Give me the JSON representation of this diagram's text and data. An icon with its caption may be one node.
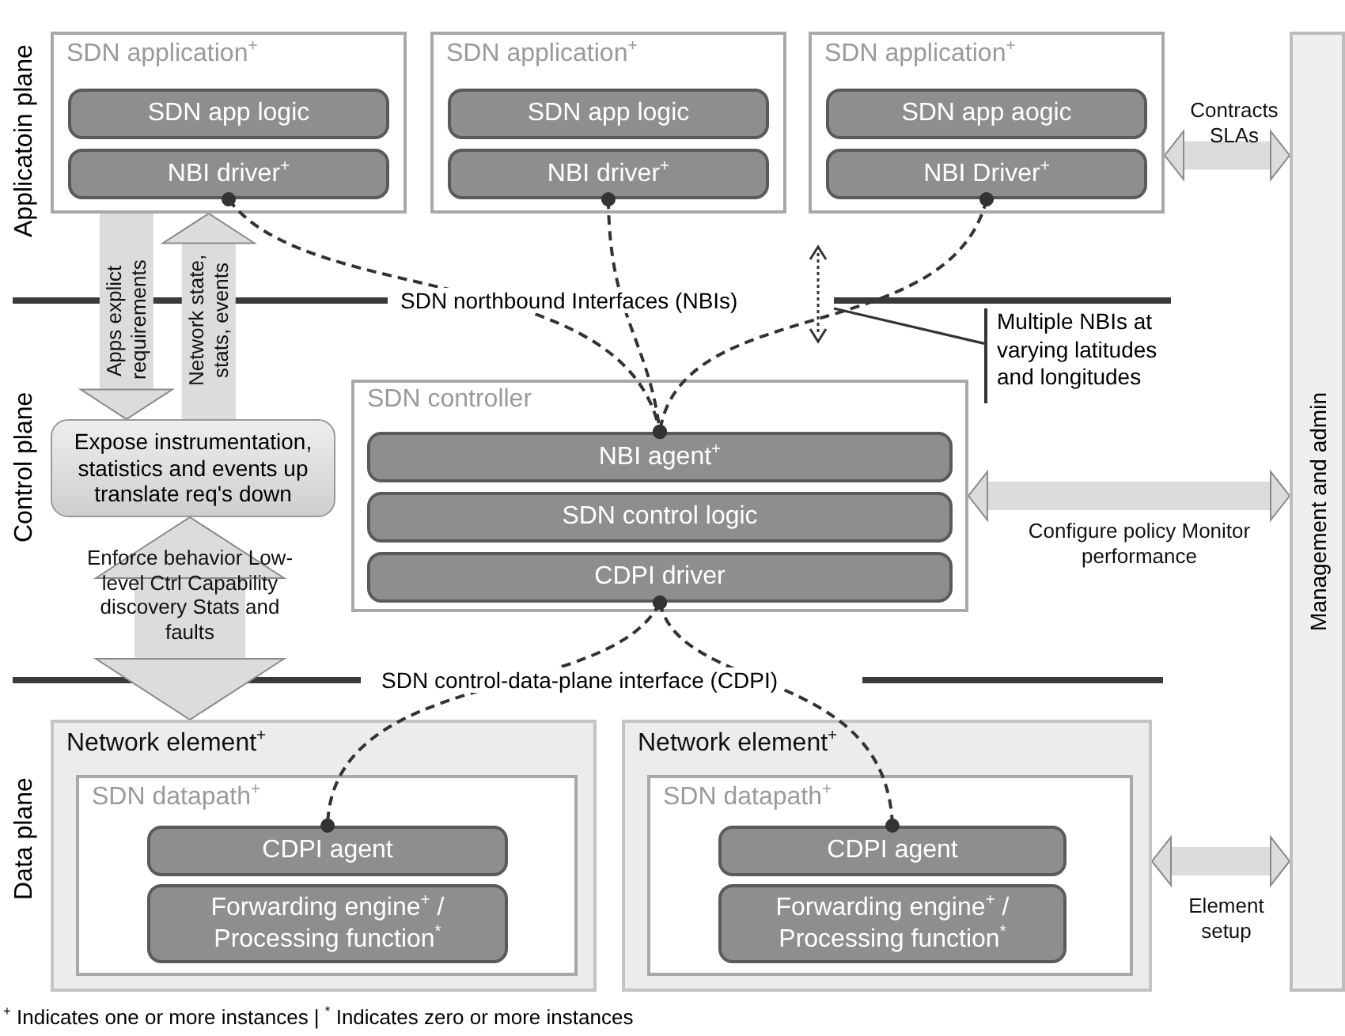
{
  "diagram": {
    "nodes": [
      {
        "text": [
          "SDN application$^{+}$"
        ]
      },
      {
        "text": [
          "SDN app logic"
        ],
        "in": 0
      },
      {
        "text": [
          "NBI driver$^{+}$"
        ],
        "in": 0
      },
      {
        "text": [
          "SDN application$^{+}$"
        ]
      },
      {
        "text": [
          "SDN app logic"
        ],
        "in": 3
      },
      {
        "text": [
          "NBI driver$^{+}$"
        ],
        "in": 3
      },
      {
        "text": [
          "SDN application$^{+}$"
        ]
      },
      {
        "text": [
          "SDN app aogic"
        ],
        "in": 6
      },
      {
        "text": [
          "NBI Driver$^{+}$"
        ],
        "in": 6
      },
      {
        "text": [
          "Expose instrumentation, statistics and events up translate req's down"
        ]
      },
      {
        "text": [
          "SDN controller"
        ]
      },
      {
        "text": [
          "NBI agent$^{+}$"
        ],
        "in": 10
      },
      {
        "text": [
          "SDN control logic"
        ],
        "in": 10
      },
      {
        "text": [
          "CDPI driver"
        ],
        "in": 10
      },
      {
        "text": [
          "Network element$^{+}$"
        ]
      },
      {
        "text": [
          "SDN datapath$^{+}$"
        ],
        "in": 14
      },
      {
        "text": [
          "CDPI agent"
        ],
        "in": 15
      },
      {
        "text": [
          "Forwarding engine$^{+}$ / Processing function$^{*}$"
        ],
        "in": 15
      },
      {
        "text": [
          "Network element$^{+}$"
        ]
      },
      {
        "text": [
          "SDN datapath$^{+}$"
        ],
        "in": 18
      },
      {
        "text": [
          "CDPI agent"
        ],
        "in": 19
      },
      {
        "text": [
          "Forwarding engine$^{+}$ / Processing function$^{*}$"
        ],
        "in": 19
      },
      {
        "text": [
          "Management and admin"
        ]
      },
      {
        "text": [
          "Multiple NBIs at varying latitudes and longitudes"
        ]
      }
    ],
    "edges": [
      {
        "from": 0,
        "to": 9,
        "arrow": "to",
        "label": "Apps explict requirements",
        "style": "thick"
      },
      {
        "from": 9,
        "to": 0,
        "arrow": "to",
        "label": "Network state, stats, events",
        "style": "thick"
      },
      {
        "from": 6,
        "to": 22,
        "arrow": "both",
        "label": "Contracts SLAs",
        "style": "thick"
      },
      {
        "from": 2,
        "to": 11,
        "arrow": "other",
        "style": "dashed",
        "color": "#333333"
      },
      {
        "from": 5,
        "to": 11,
        "arrow": "other",
        "style": "dashed",
        "color": "#333333"
      },
      {
        "from": 8,
        "to": 11,
        "arrow": "other",
        "style": "dashed",
        "color": "#333333"
      },
      {
        "from": 23,
        "to": null,
        "arrow": "none",
        "color": "#333333"
      },
      {
        "from": 9,
        "to": 14,
        "arrow": "both",
        "label": "Enforce behavior Low-level Ctrl Capability discovery Stats and faults",
        "style": "thick"
      },
      {
        "from": 10,
        "to": 22,
        "arrow": "both",
        "label": "Configure policy Monitor performance",
        "style": "thick"
      },
      {
        "from": 13,
        "to": 16,
        "arrow": "other",
        "style": "dashed",
        "color": "#333333"
      },
      {
        "from": 13,
        "to": 20,
        "arrow": "other",
        "style": "dashed",
        "color": "#333333"
      },
      {
        "from": 18,
        "to": 22,
        "arrow": "both",
        "label": "Element setup",
        "style": "thick"
      }
    ],
    "labels": [
      "Applicatoin plane",
      "Control plane",
      "Data plane",
      "SDN northbound Interfaces (NBIs)",
      "SDN control-data-plane interface (CDPI)",
      "$^{+}$ Indicates one or more instances | $^{*}$ Indicates zero or more instances"
    ]
  }
}
